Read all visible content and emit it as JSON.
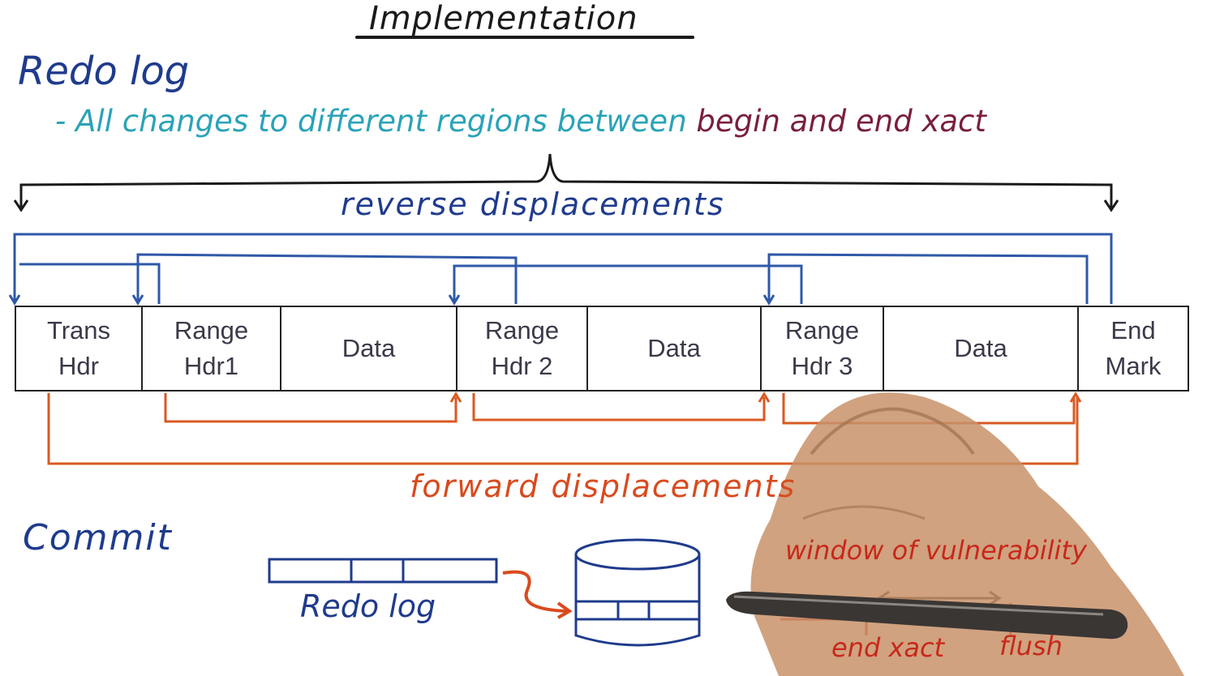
{
  "title": "Implementation",
  "redo_log": {
    "heading": "Redo log",
    "bullet_blue": "- All changes to different regions between",
    "bullet_maroon": "begin and end xact",
    "reverse_label": "reverse displacements",
    "forward_label": "forward displacements",
    "record_cells": [
      {
        "line1": "Trans",
        "line2": "Hdr"
      },
      {
        "line1": "Range",
        "line2": "Hdr1"
      },
      {
        "line1": "Data",
        "line2": ""
      },
      {
        "line1": "Range",
        "line2": "Hdr 2"
      },
      {
        "line1": "Data",
        "line2": ""
      },
      {
        "line1": "Range",
        "line2": "Hdr 3"
      },
      {
        "line1": "Data",
        "line2": ""
      },
      {
        "line1": "End",
        "line2": "Mark"
      }
    ]
  },
  "commit": {
    "heading": "Commit",
    "redo_log_label": "Redo log",
    "window_label": "window of vulnerability",
    "end_xact_label": "end xact",
    "flush_label": "flush"
  },
  "colors": {
    "dark": "#1a1a1a",
    "blue": "#1f3b8c",
    "teal": "#2aa3b8",
    "maroon": "#7a1f3c",
    "orange": "#d94a1e",
    "red": "#c8281a",
    "reverse_lines": "#2f58a8",
    "forward_lines": "#d95a22"
  }
}
